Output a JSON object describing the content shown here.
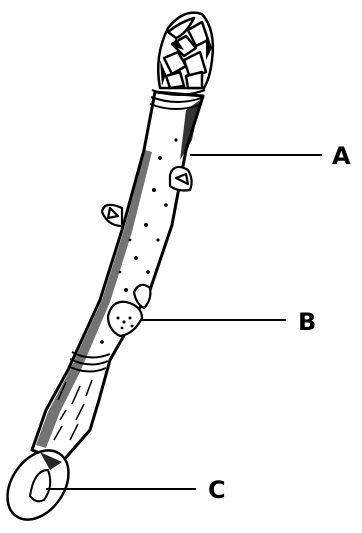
{
  "diagram": {
    "subject": "twig-with-buds",
    "labels": {
      "a": "A",
      "b": "B",
      "c": "C"
    },
    "colors": {
      "ink": "#000000",
      "background": "#ffffff"
    }
  }
}
